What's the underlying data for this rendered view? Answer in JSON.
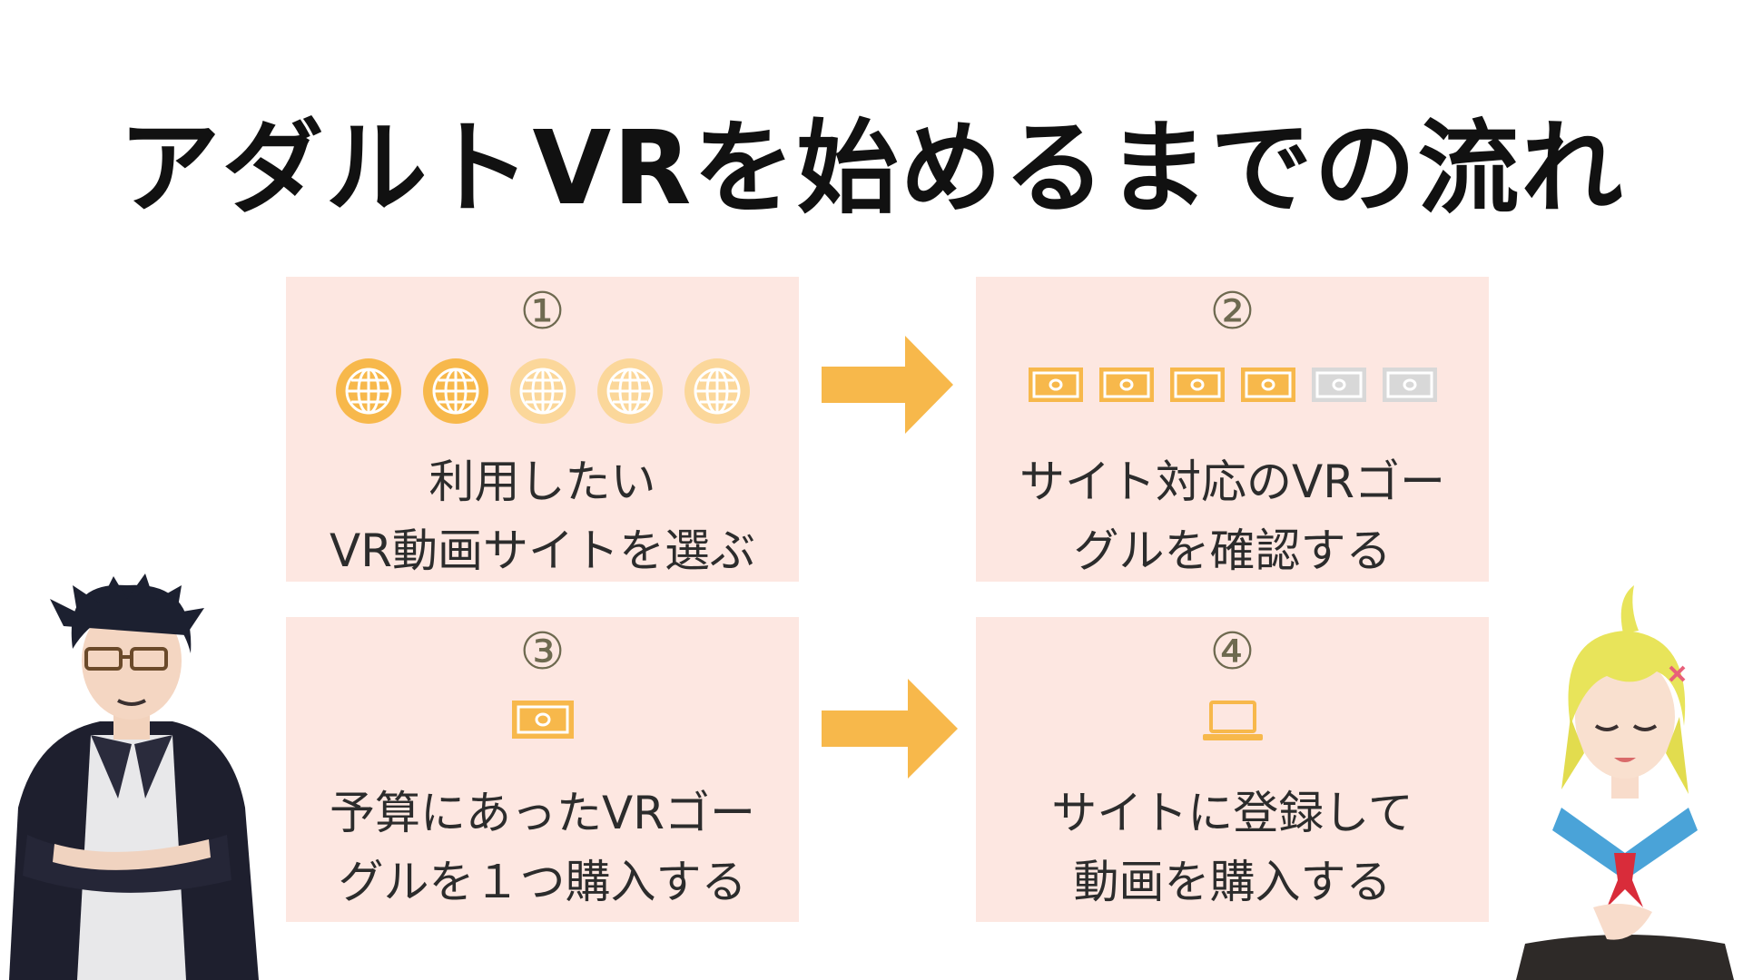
{
  "title": "アダルトVRを始めるまでの流れ",
  "colors": {
    "card_bg": "#fde7e1",
    "accent": "#f7b84b",
    "accent_light": "#fbd79a",
    "inactive": "#d8d8d8",
    "number": "#6e6a50"
  },
  "steps": [
    {
      "number": "①",
      "icon": "globe-icon",
      "icons_active": 2,
      "icons_total": 5,
      "line1": "利用したい",
      "line2": "VR動画サイトを選ぶ"
    },
    {
      "number": "②",
      "icon": "banknote-icon",
      "icons_active": 4,
      "icons_total": 6,
      "line1": "サイト対応のVRゴー",
      "line2": "グルを確認する"
    },
    {
      "number": "③",
      "icon": "banknote-icon",
      "icons_active": 1,
      "icons_total": 1,
      "line1": "予算にあったVRゴー",
      "line2": "グルを１つ購入する"
    },
    {
      "number": "④",
      "icon": "laptop-icon",
      "icons_active": 1,
      "icons_total": 1,
      "line1": "サイトに登録して",
      "line2": "動画を購入する"
    }
  ]
}
